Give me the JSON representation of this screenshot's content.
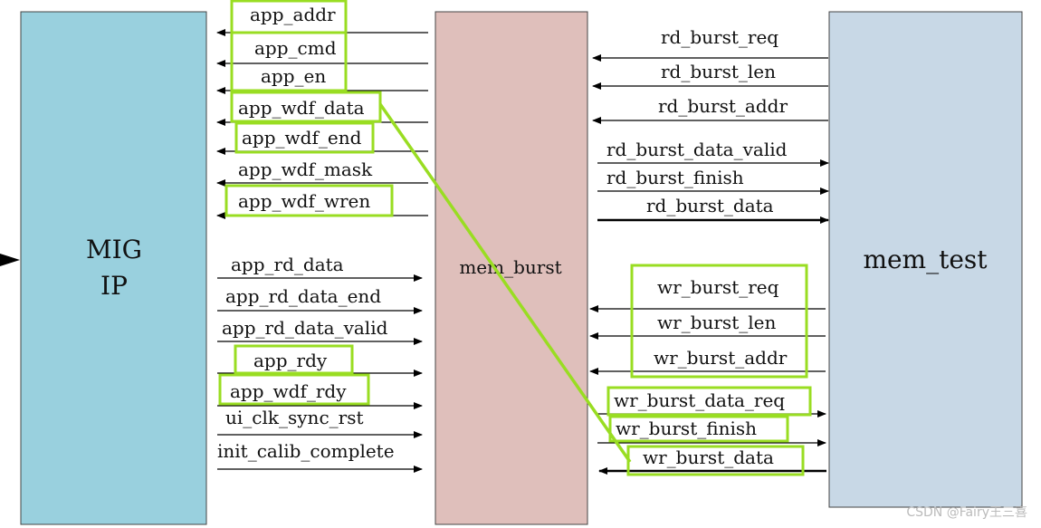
{
  "blocks": {
    "mig": {
      "line1": "MIG",
      "line2": "IP",
      "color": "#99d0de"
    },
    "mem_burst": {
      "label": "mem_burst",
      "color": "#dfbfbb"
    },
    "mem_test": {
      "label": "mem_test",
      "color": "#c8d8e6"
    }
  },
  "mig_side_signals": [
    {
      "label": "app_addr",
      "direction": "to-mig",
      "highlighted": true
    },
    {
      "label": "app_cmd",
      "direction": "to-mig",
      "highlighted": true
    },
    {
      "label": "app_en",
      "direction": "to-mig",
      "highlighted": true
    },
    {
      "label": "app_wdf_data",
      "direction": "to-mig",
      "highlighted": true
    },
    {
      "label": "app_wdf_end",
      "direction": "to-mig",
      "highlighted": true
    },
    {
      "label": "app_wdf_mask",
      "direction": "to-mig",
      "highlighted": false
    },
    {
      "label": "app_wdf_wren",
      "direction": "to-mig",
      "highlighted": true
    },
    {
      "label": "app_rd_data",
      "direction": "to-mem-burst",
      "highlighted": false
    },
    {
      "label": "app_rd_data_end",
      "direction": "to-mem-burst",
      "highlighted": false
    },
    {
      "label": "app_rd_data_valid",
      "direction": "to-mem-burst",
      "highlighted": false
    },
    {
      "label": "app_rdy",
      "direction": "to-mem-burst",
      "highlighted": true
    },
    {
      "label": "app_wdf_rdy",
      "direction": "to-mem-burst",
      "highlighted": true
    },
    {
      "label": "ui_clk_sync_rst",
      "direction": "to-mem-burst",
      "highlighted": false
    },
    {
      "label": "init_calib_complete",
      "direction": "to-mem-burst",
      "highlighted": false
    }
  ],
  "test_side_signals": [
    {
      "label": "rd_burst_req",
      "direction": "to-mem-burst",
      "highlighted": false
    },
    {
      "label": "rd_burst_len",
      "direction": "to-mem-burst",
      "highlighted": false
    },
    {
      "label": "rd_burst_addr",
      "direction": "to-mem-burst",
      "highlighted": false
    },
    {
      "label": "rd_burst_data_valid",
      "direction": "to-mem-test",
      "highlighted": false
    },
    {
      "label": "rd_burst_finish",
      "direction": "to-mem-test",
      "highlighted": false
    },
    {
      "label": "rd_burst_data",
      "direction": "to-mem-test",
      "highlighted": false
    },
    {
      "label": "wr_burst_req",
      "direction": "to-mem-burst",
      "highlighted": true
    },
    {
      "label": "wr_burst_len",
      "direction": "to-mem-burst",
      "highlighted": true
    },
    {
      "label": "wr_burst_addr",
      "direction": "to-mem-burst",
      "highlighted": true
    },
    {
      "label": "wr_burst_data_req",
      "direction": "to-mem-test",
      "highlighted": true
    },
    {
      "label": "wr_burst_finish",
      "direction": "to-mem-test",
      "highlighted": true
    },
    {
      "label": "wr_burst_data",
      "direction": "to-mem-burst",
      "highlighted": true
    }
  ],
  "connection": {
    "from": "app_wdf_data",
    "to": "wr_burst_data"
  },
  "highlight_color": "#99dd22",
  "watermark": "CSDN @Fairy王三喜"
}
